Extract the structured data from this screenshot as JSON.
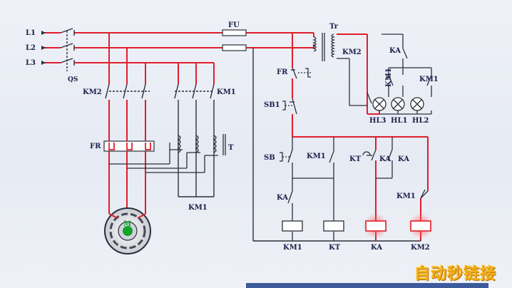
{
  "labels": {
    "l1": "L1",
    "l2": "L2",
    "l3": "L3",
    "qs": "QS",
    "fu": "FU",
    "tr": "Tr",
    "km2_main": "KM2",
    "km1_main": "KM1",
    "fr_main": "FR",
    "t": "T",
    "km1_bottom": "KM1",
    "motor": "M",
    "fr_ctrl": "FR",
    "sb1": "SB1",
    "sb2": "SB",
    "km1_c": "KM1",
    "kt_c": "KT",
    "ka_c1": "KA",
    "ka_c2": "KA",
    "ka_left": "KA",
    "km1_right": "KM1",
    "coil_km1": "KM1",
    "coil_kt": "KT",
    "coil_ka": "KA",
    "coil_km2": "KM2",
    "km2_sig": "KM2",
    "ka_sig": "KA",
    "km1_sig_v": "KM1",
    "km1_sig_h": "KM1",
    "hl3": "HL3",
    "hl1": "HL1",
    "hl2": "HL2"
  },
  "watermark": "自动秒链接",
  "colors": {
    "energized": "#e01e2d",
    "wire": "#2b2f3a",
    "label": "#1a1f4a",
    "coil_glow": "#ff5b5b"
  }
}
